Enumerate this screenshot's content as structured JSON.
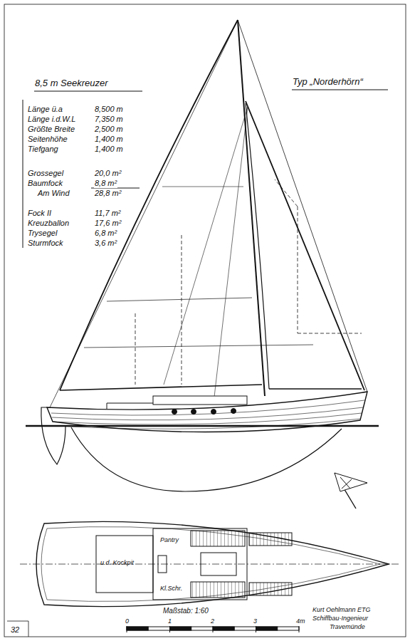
{
  "diagram": {
    "title": "8,5 m Seekreuzer",
    "labels": [
      "Typ „Norderhörn“",
      "Länge ü.a",
      "8,500 m",
      "Länge i.d.W.L",
      "7,350 m",
      "Größte Breite",
      "2,500 m",
      "Seitenhöhe",
      "1,400 m",
      "Tiefgang",
      "1,400 m",
      "Grossegel",
      "20,0 m²",
      "Baumfock",
      "8,8 m²",
      "Am Wind",
      "28,8 m²",
      "Fock II",
      "11,7 m²",
      "Kreuzballon",
      "17,6 m²",
      "Trysegel",
      "6,8 m²",
      "Sturmfock",
      "3,6 m²",
      "Pantry",
      "u.d. Kockpit",
      "Kl.Schr.",
      "Maßstab: 1:60",
      "0",
      "1",
      "2",
      "3",
      "4m",
      "Kurt Oehlmann ETG",
      "Schiffbau-Ingenieur",
      "Travemünde",
      "32"
    ]
  }
}
